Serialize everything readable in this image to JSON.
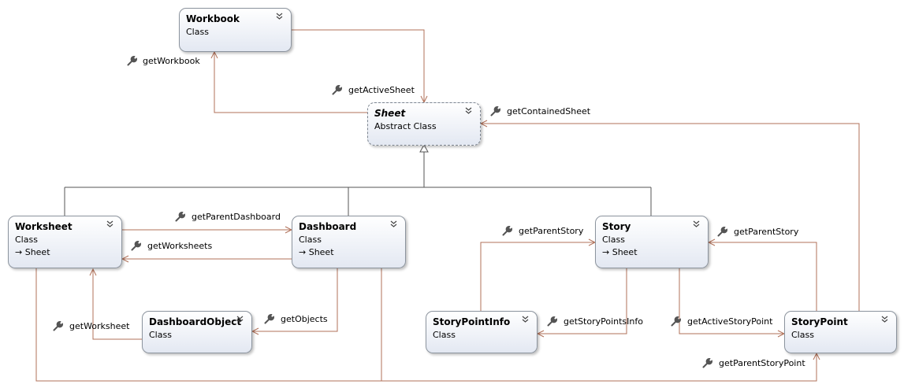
{
  "classes": {
    "workbook": {
      "name": "Workbook",
      "kind": "Class"
    },
    "sheet": {
      "name": "Sheet",
      "kind": "Abstract Class"
    },
    "worksheet": {
      "name": "Worksheet",
      "kind": "Class",
      "parent": "→ Sheet"
    },
    "dashboard": {
      "name": "Dashboard",
      "kind": "Class",
      "parent": "→ Sheet"
    },
    "story": {
      "name": "Story",
      "kind": "Class",
      "parent": "→ Sheet"
    },
    "dashboard_object": {
      "name": "DashboardObject",
      "kind": "Class"
    },
    "story_point_info": {
      "name": "StoryPointInfo",
      "kind": "Class"
    },
    "story_point": {
      "name": "StoryPoint",
      "kind": "Class"
    }
  },
  "associations": {
    "get_workbook": "getWorkbook",
    "get_active_sheet": "getActiveSheet",
    "get_contained_sheet": "getContainedSheet",
    "get_parent_dashboard": "getParentDashboard",
    "get_worksheets": "getWorksheets",
    "get_parent_story_1": "getParentStory",
    "get_parent_story_2": "getParentStory",
    "get_worksheet": "getWorksheet",
    "get_objects": "getObjects",
    "get_story_points_info": "getStoryPointsInfo",
    "get_active_story_point": "getActiveStoryPoint",
    "get_parent_story_point": "getParentStoryPoint"
  },
  "colors": {
    "association_line": "#b07058",
    "inheritance_line": "#555555",
    "box_border": "#8c949e"
  }
}
